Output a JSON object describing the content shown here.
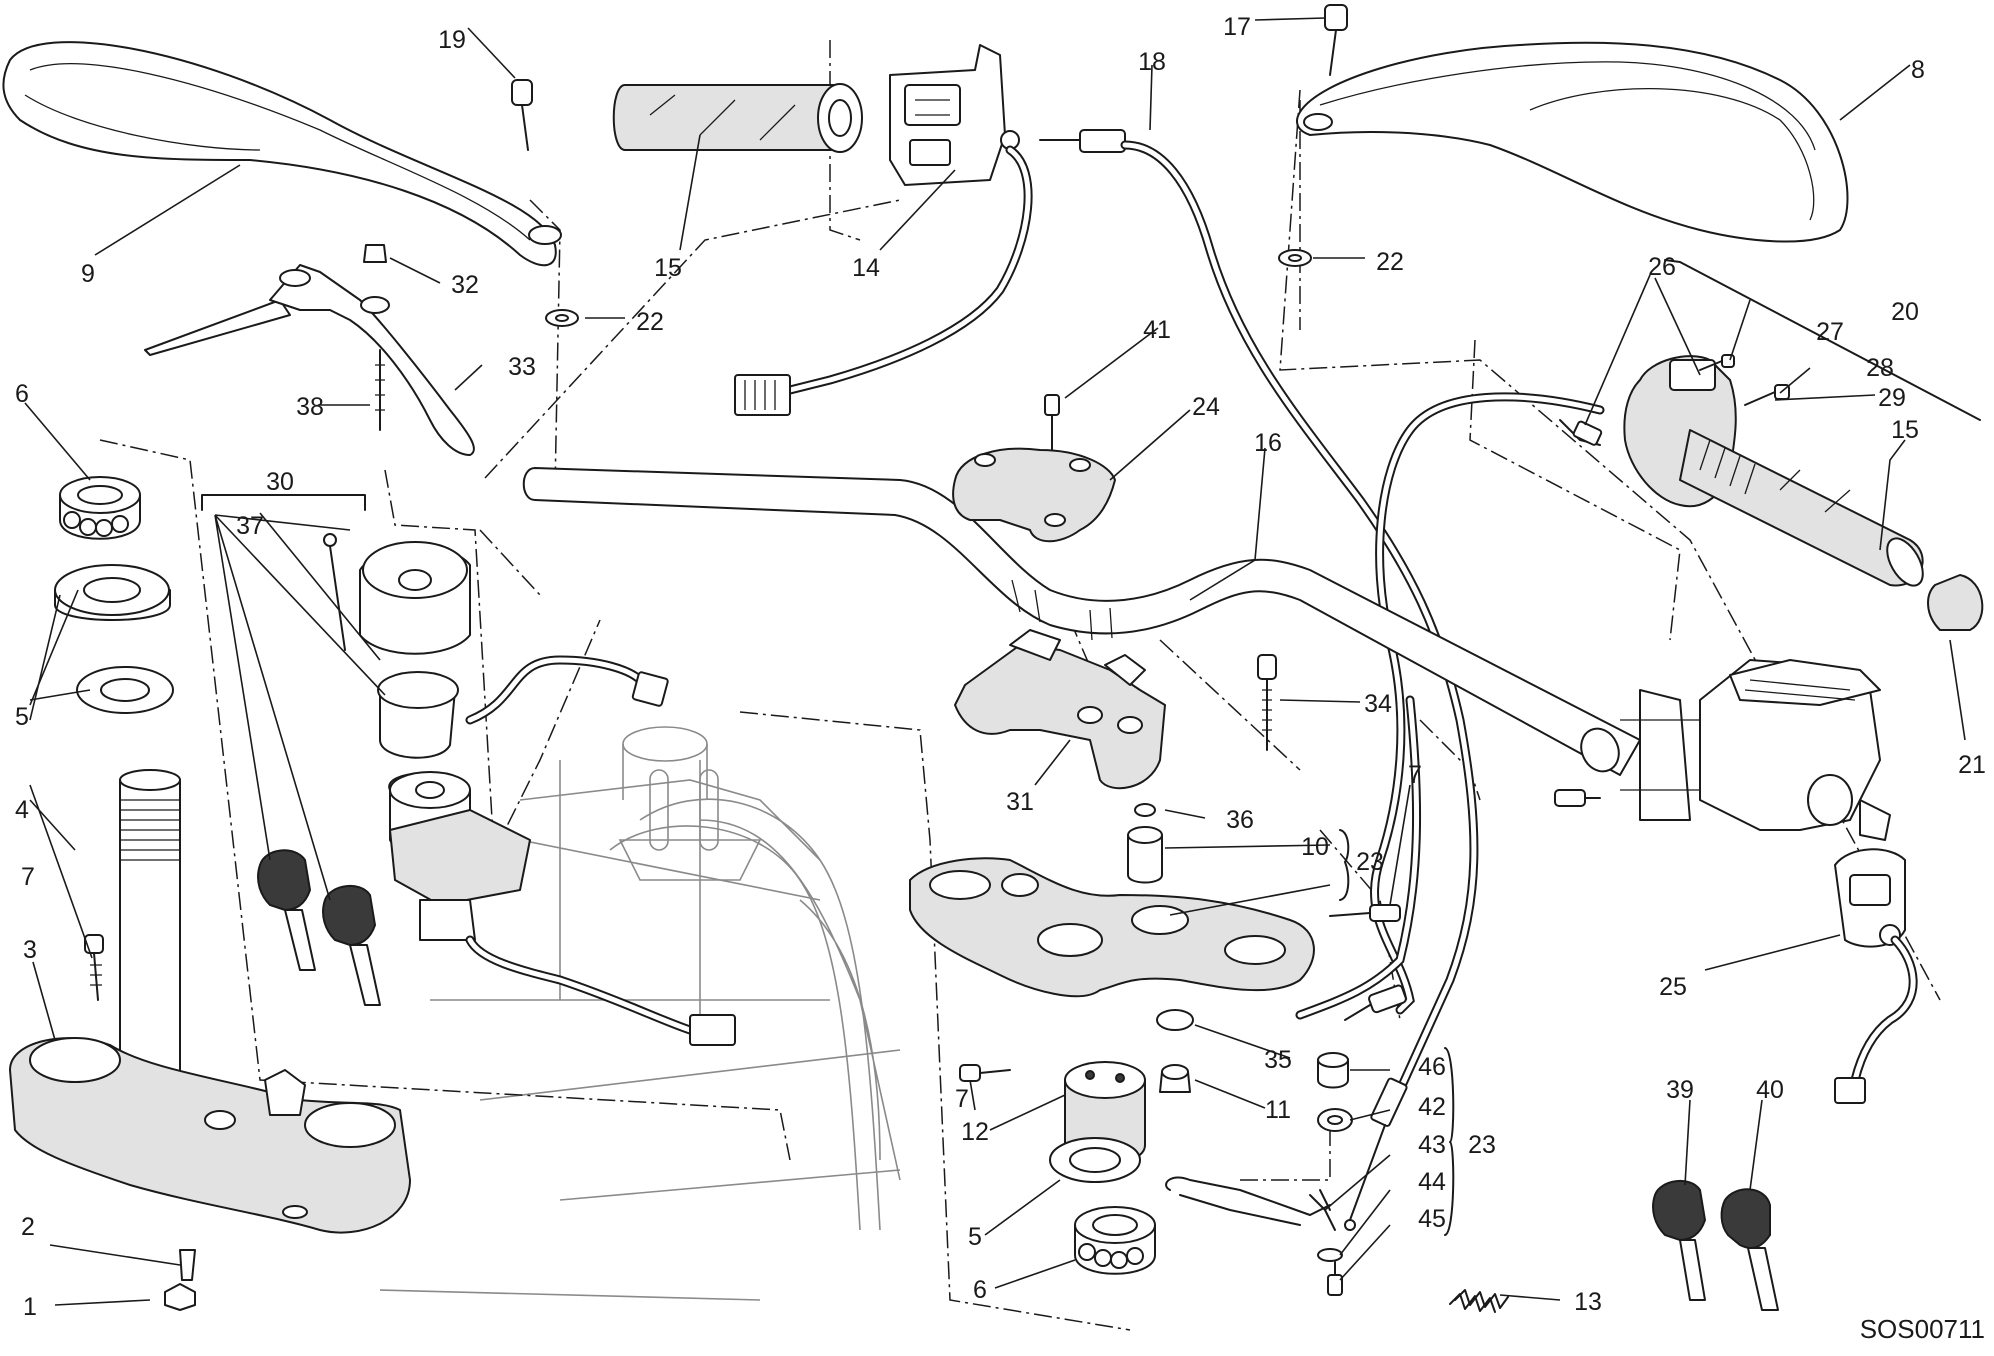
{
  "diagram_code": "SOS00711",
  "callouts": {
    "c1": "1",
    "c2": "2",
    "c3": "3",
    "c4": "4",
    "c5a": "5",
    "c5b": "5",
    "c6a": "6",
    "c6b": "6",
    "c7a": "7",
    "c7b": "7",
    "c7c": "7",
    "c8": "8",
    "c9": "9",
    "c10": "10",
    "c11": "11",
    "c12": "12",
    "c13": "13",
    "c14": "14",
    "c15a": "15",
    "c15b": "15",
    "c16": "16",
    "c17": "17",
    "c18": "18",
    "c19": "19",
    "c20": "20",
    "c21": "21",
    "c22a": "22",
    "c22b": "22",
    "c23a": "23",
    "c23b": "23",
    "c24": "24",
    "c25": "25",
    "c26": "26",
    "c27": "27",
    "c28": "28",
    "c29": "29",
    "c30": "30",
    "c31": "31",
    "c32": "32",
    "c33": "33",
    "c34": "34",
    "c35": "35",
    "c36": "36",
    "c37": "37",
    "c38": "38",
    "c39": "39",
    "c40": "40",
    "c41": "41",
    "c42": "42",
    "c43": "43",
    "c44": "44",
    "c45": "45",
    "c46": "46"
  }
}
